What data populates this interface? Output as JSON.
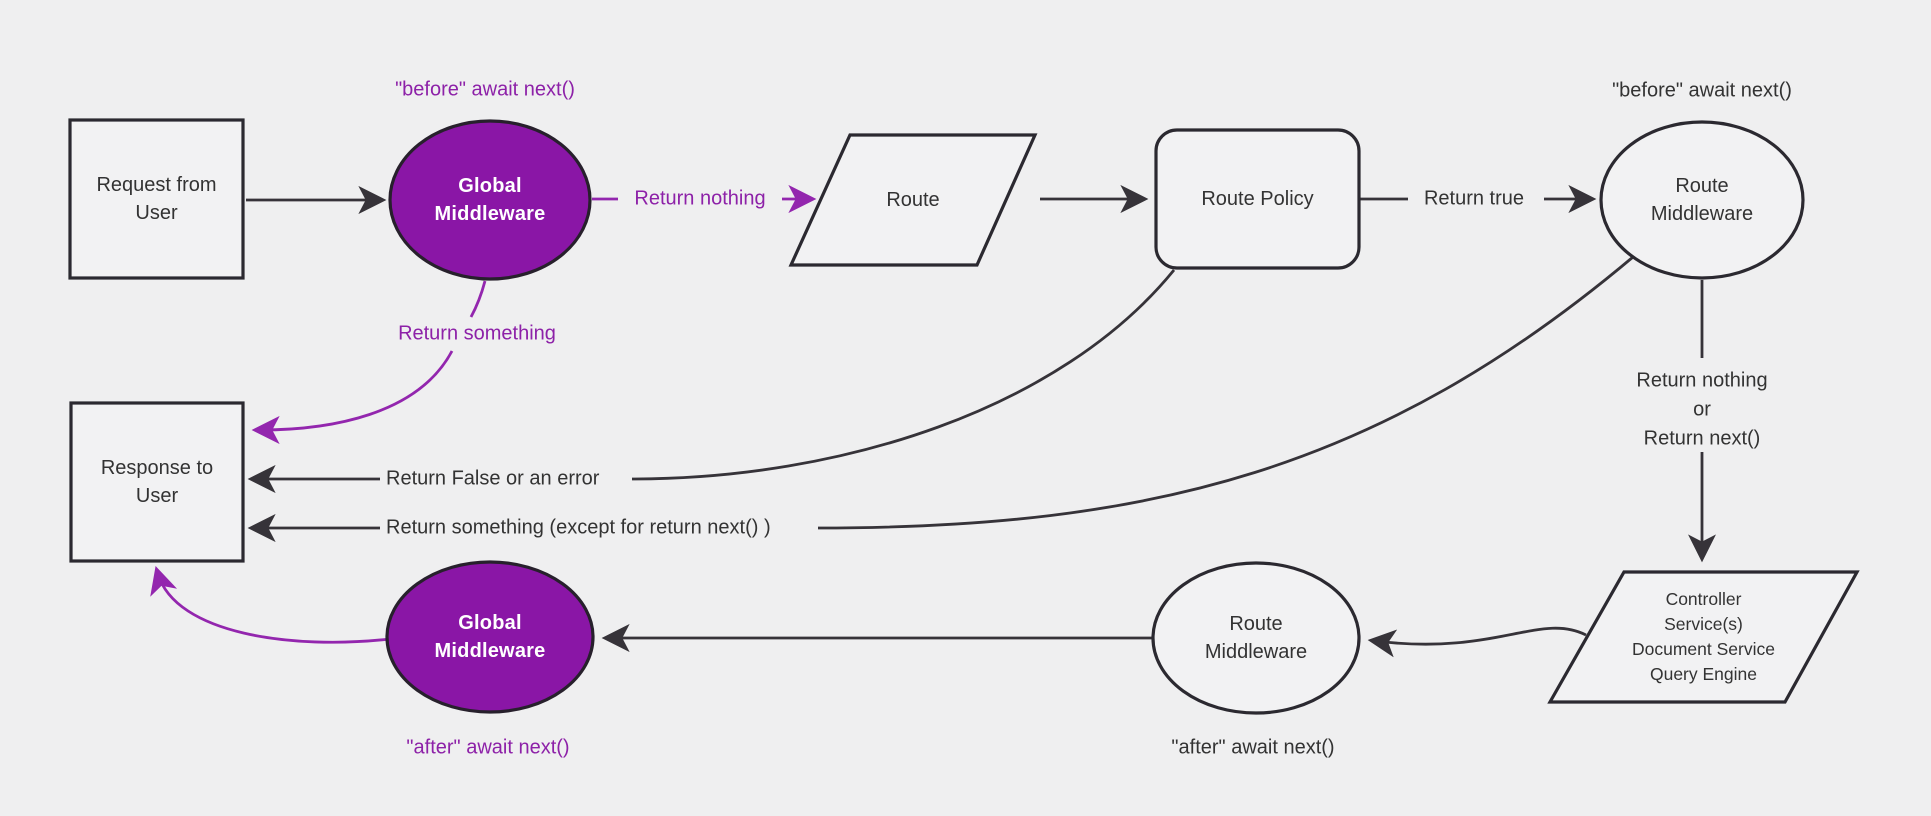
{
  "canvas": {
    "background": "#efeff0"
  },
  "colors": {
    "bg": "#efeff0",
    "node_fill": "#f2f2f3",
    "node_stroke": "#2b2930",
    "purple_fill": "#8a16a6",
    "purple_node_stroke": "#27202c",
    "purple_line": "#9326ae",
    "purple_text": "#8d21a8",
    "edge": "#363339",
    "text": "#333333"
  },
  "nodes": {
    "request_from_user": {
      "type": "rectangle",
      "lines": [
        "Request from",
        "User"
      ]
    },
    "global_middleware_top": {
      "type": "ellipse",
      "lines": [
        "Global",
        "Middleware"
      ]
    },
    "route": {
      "type": "parallelogram",
      "lines": [
        "Route"
      ]
    },
    "route_policy": {
      "type": "rounded-rectangle",
      "lines": [
        "Route Policy"
      ]
    },
    "route_middleware_top": {
      "type": "ellipse",
      "lines": [
        "Route",
        "Middleware"
      ]
    },
    "response_to_user": {
      "type": "rectangle",
      "lines": [
        "Response to",
        "User"
      ]
    },
    "controller_services": {
      "type": "parallelogram",
      "lines": [
        "Controller",
        "Service(s)",
        "Document Service",
        "Query Engine"
      ]
    },
    "route_middleware_bottom": {
      "type": "ellipse",
      "lines": [
        "Route",
        "Middleware"
      ]
    },
    "global_middleware_bottom": {
      "type": "ellipse",
      "lines": [
        "Global",
        "Middleware"
      ]
    }
  },
  "labels": {
    "before_await_next_global": "\"before\" await next()",
    "before_await_next_route": "\"before\" await next()",
    "return_nothing": "Return nothing",
    "return_true": "Return true",
    "return_something": "Return something",
    "return_false_or_error": "Return False or an error",
    "return_something_except": "Return something (except for return next() )",
    "return_nothing_or_next": [
      "Return nothing",
      "or",
      "Return next()"
    ],
    "after_await_next_route": "\"after\" await next()",
    "after_await_next_global": "\"after\" await next()"
  }
}
